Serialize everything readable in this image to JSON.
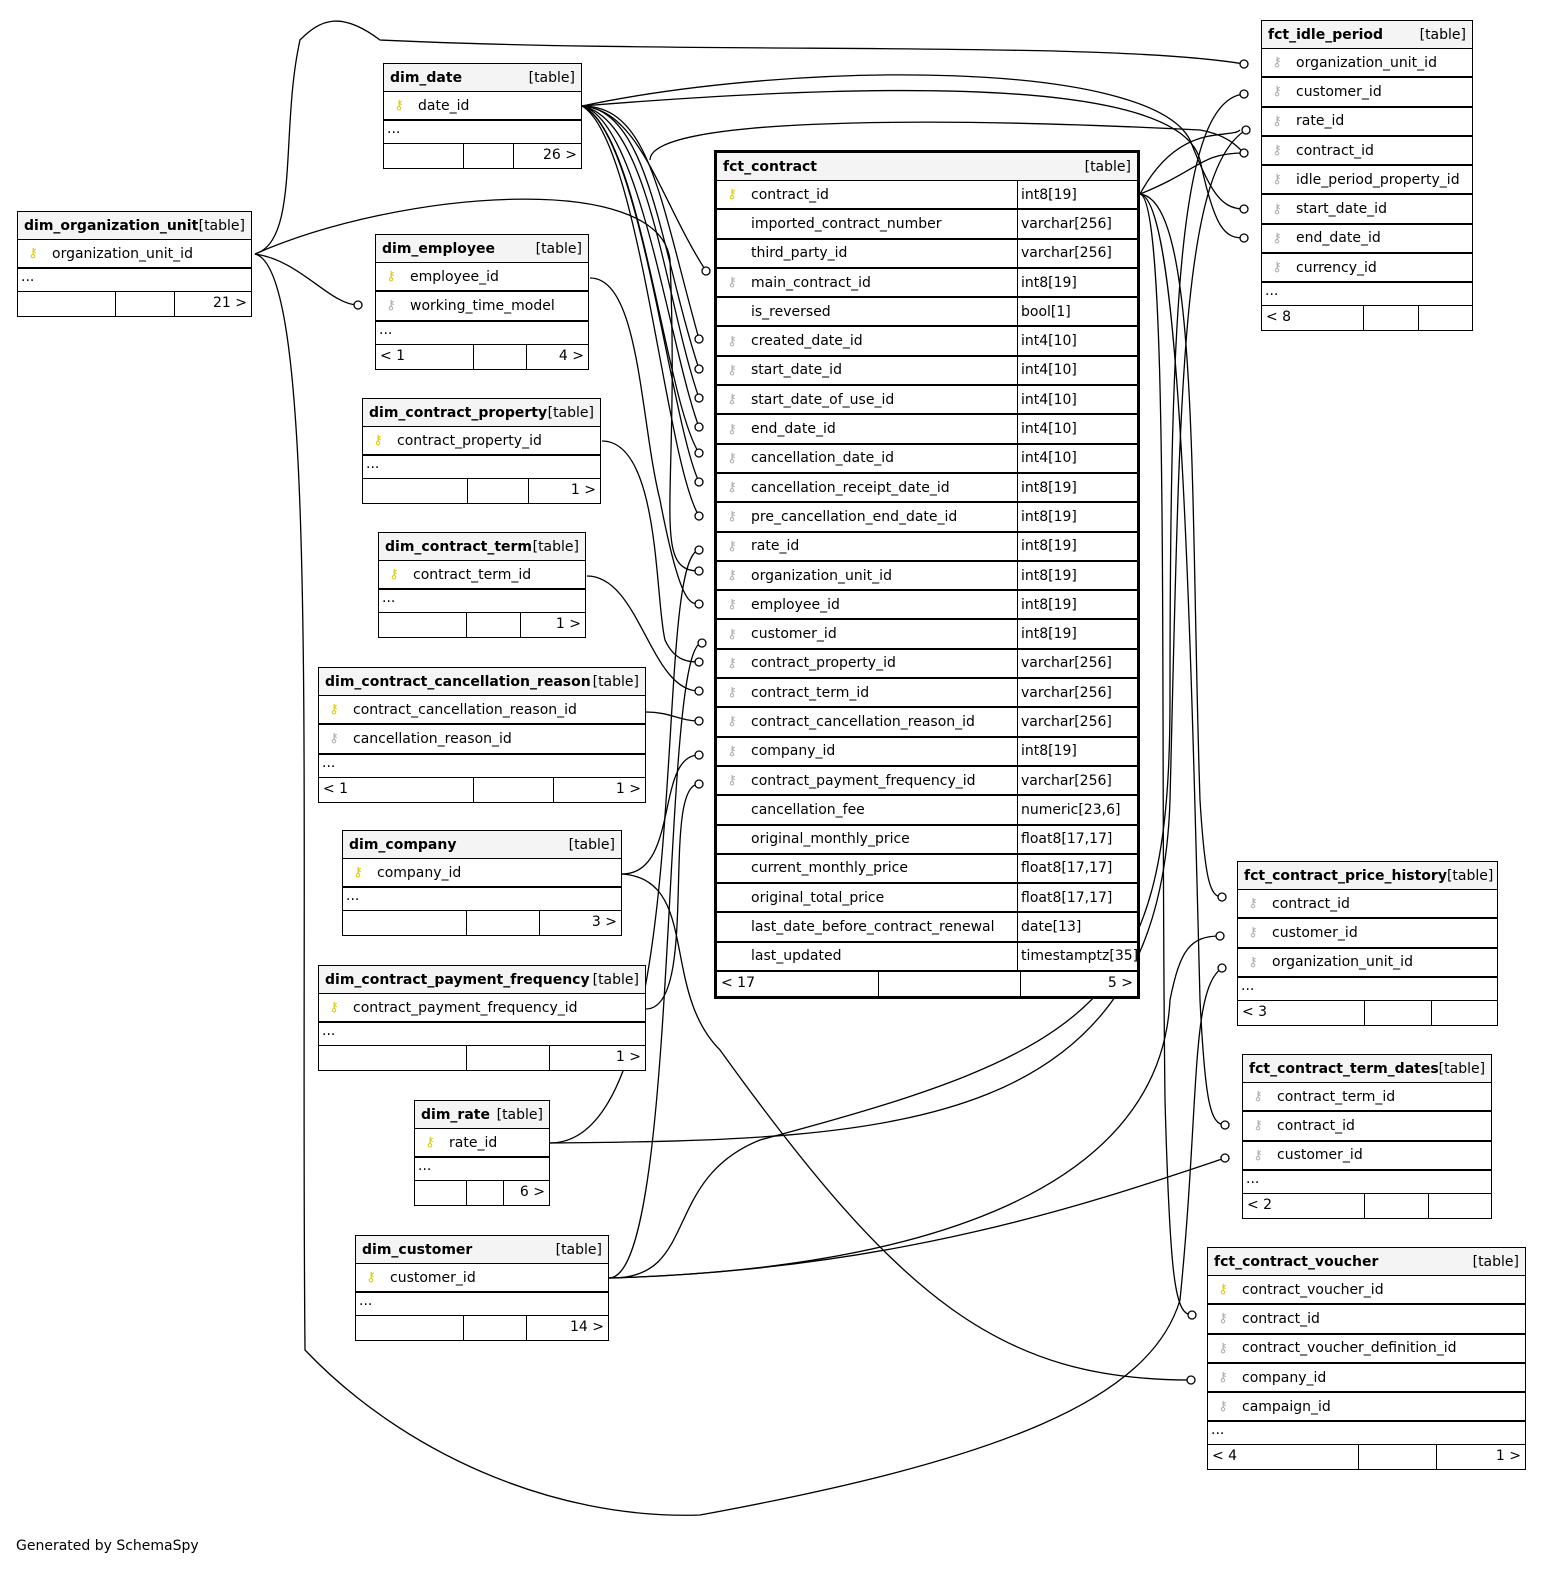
{
  "footer_text": "Generated by SchemaSpy",
  "tables": [
    {
      "id": "dim_date",
      "name": "dim_date",
      "kind": "[table]",
      "columns": [
        {
          "name": "date_id",
          "key": "pk"
        }
      ],
      "more": "...",
      "footer": [
        "",
        "",
        "26 >"
      ]
    },
    {
      "id": "dim_organization_unit",
      "name": "dim_organization_unit",
      "kind": "[table]",
      "columns": [
        {
          "name": "organization_unit_id",
          "key": "pk"
        }
      ],
      "more": "...",
      "footer": [
        "",
        "",
        "21 >"
      ]
    },
    {
      "id": "dim_employee",
      "name": "dim_employee",
      "kind": "[table]",
      "columns": [
        {
          "name": "employee_id",
          "key": "pk"
        },
        {
          "name": "working_time_model",
          "key": "fk"
        }
      ],
      "more": "...",
      "footer": [
        "< 1",
        "",
        "4 >"
      ]
    },
    {
      "id": "dim_contract_property",
      "name": "dim_contract_property",
      "kind": "[table]",
      "columns": [
        {
          "name": "contract_property_id",
          "key": "pk"
        }
      ],
      "more": "...",
      "footer": [
        "",
        "",
        "1 >"
      ]
    },
    {
      "id": "dim_contract_term",
      "name": "dim_contract_term",
      "kind": "[table]",
      "columns": [
        {
          "name": "contract_term_id",
          "key": "pk"
        }
      ],
      "more": "...",
      "footer": [
        "",
        "",
        "1 >"
      ]
    },
    {
      "id": "dim_contract_cancellation_reason",
      "name": "dim_contract_cancellation_reason",
      "kind": "[table]",
      "columns": [
        {
          "name": "contract_cancellation_reason_id",
          "key": "pk"
        },
        {
          "name": "cancellation_reason_id",
          "key": "fk"
        }
      ],
      "more": "...",
      "footer": [
        "< 1",
        "",
        "1 >"
      ]
    },
    {
      "id": "dim_company",
      "name": "dim_company",
      "kind": "[table]",
      "columns": [
        {
          "name": "company_id",
          "key": "pk"
        }
      ],
      "more": "...",
      "footer": [
        "",
        "",
        "3 >"
      ]
    },
    {
      "id": "dim_contract_payment_frequency",
      "name": "dim_contract_payment_frequency",
      "kind": "[table]",
      "columns": [
        {
          "name": "contract_payment_frequency_id",
          "key": "pk"
        }
      ],
      "more": "...",
      "footer": [
        "",
        "",
        "1 >"
      ]
    },
    {
      "id": "dim_rate",
      "name": "dim_rate",
      "kind": "[table]",
      "columns": [
        {
          "name": "rate_id",
          "key": "pk"
        }
      ],
      "more": "...",
      "footer": [
        "",
        "",
        "6 >"
      ]
    },
    {
      "id": "dim_customer",
      "name": "dim_customer",
      "kind": "[table]",
      "columns": [
        {
          "name": "customer_id",
          "key": "pk"
        }
      ],
      "more": "...",
      "footer": [
        "",
        "",
        "14 >"
      ]
    },
    {
      "id": "fct_contract",
      "name": "fct_contract",
      "kind": "[table]",
      "columns": [
        {
          "name": "contract_id",
          "key": "pk",
          "type": "int8[19]"
        },
        {
          "name": "imported_contract_number",
          "key": "",
          "type": "varchar[256]"
        },
        {
          "name": "third_party_id",
          "key": "",
          "type": "varchar[256]"
        },
        {
          "name": "main_contract_id",
          "key": "fk",
          "type": "int8[19]"
        },
        {
          "name": "is_reversed",
          "key": "",
          "type": "bool[1]"
        },
        {
          "name": "created_date_id",
          "key": "fk",
          "type": "int4[10]"
        },
        {
          "name": "start_date_id",
          "key": "fk",
          "type": "int4[10]"
        },
        {
          "name": "start_date_of_use_id",
          "key": "fk",
          "type": "int4[10]"
        },
        {
          "name": "end_date_id",
          "key": "fk",
          "type": "int4[10]"
        },
        {
          "name": "cancellation_date_id",
          "key": "fk",
          "type": "int4[10]"
        },
        {
          "name": "cancellation_receipt_date_id",
          "key": "fk",
          "type": "int8[19]"
        },
        {
          "name": "pre_cancellation_end_date_id",
          "key": "fk",
          "type": "int8[19]"
        },
        {
          "name": "rate_id",
          "key": "fk",
          "type": "int8[19]"
        },
        {
          "name": "organization_unit_id",
          "key": "fk",
          "type": "int8[19]"
        },
        {
          "name": "employee_id",
          "key": "fk",
          "type": "int8[19]"
        },
        {
          "name": "customer_id",
          "key": "fk",
          "type": "int8[19]"
        },
        {
          "name": "contract_property_id",
          "key": "fk",
          "type": "varchar[256]"
        },
        {
          "name": "contract_term_id",
          "key": "fk",
          "type": "varchar[256]"
        },
        {
          "name": "contract_cancellation_reason_id",
          "key": "fk",
          "type": "varchar[256]"
        },
        {
          "name": "company_id",
          "key": "fk",
          "type": "int8[19]"
        },
        {
          "name": "contract_payment_frequency_id",
          "key": "fk",
          "type": "varchar[256]"
        },
        {
          "name": "cancellation_fee",
          "key": "",
          "type": "numeric[23,6]"
        },
        {
          "name": "original_monthly_price",
          "key": "",
          "type": "float8[17,17]"
        },
        {
          "name": "current_monthly_price",
          "key": "",
          "type": "float8[17,17]"
        },
        {
          "name": "original_total_price",
          "key": "",
          "type": "float8[17,17]"
        },
        {
          "name": "last_date_before_contract_renewal",
          "key": "",
          "type": "date[13]"
        },
        {
          "name": "last_updated",
          "key": "",
          "type": "timestamptz[35]"
        }
      ],
      "more": null,
      "footer": [
        "< 17",
        "",
        "5 >"
      ]
    },
    {
      "id": "fct_idle_period",
      "name": "fct_idle_period",
      "kind": "[table]",
      "columns": [
        {
          "name": "organization_unit_id",
          "key": "fk"
        },
        {
          "name": "customer_id",
          "key": "fk"
        },
        {
          "name": "rate_id",
          "key": "fk"
        },
        {
          "name": "contract_id",
          "key": "fk"
        },
        {
          "name": "idle_period_property_id",
          "key": "fk"
        },
        {
          "name": "start_date_id",
          "key": "fk"
        },
        {
          "name": "end_date_id",
          "key": "fk"
        },
        {
          "name": "currency_id",
          "key": "fk"
        }
      ],
      "more": "...",
      "footer": [
        "< 8",
        "",
        ""
      ]
    },
    {
      "id": "fct_contract_price_history",
      "name": "fct_contract_price_history",
      "kind": "[table]",
      "columns": [
        {
          "name": "contract_id",
          "key": "fk"
        },
        {
          "name": "customer_id",
          "key": "fk"
        },
        {
          "name": "organization_unit_id",
          "key": "fk"
        }
      ],
      "more": "...",
      "footer": [
        "< 3",
        "",
        ""
      ]
    },
    {
      "id": "fct_contract_term_dates",
      "name": "fct_contract_term_dates",
      "kind": "[table]",
      "columns": [
        {
          "name": "contract_term_id",
          "key": "fk"
        },
        {
          "name": "contract_id",
          "key": "fk"
        },
        {
          "name": "customer_id",
          "key": "fk"
        }
      ],
      "more": "...",
      "footer": [
        "< 2",
        "",
        ""
      ]
    },
    {
      "id": "fct_contract_voucher",
      "name": "fct_contract_voucher",
      "kind": "[table]",
      "columns": [
        {
          "name": "contract_voucher_id",
          "key": "pk"
        },
        {
          "name": "contract_id",
          "key": "fk"
        },
        {
          "name": "contract_voucher_definition_id",
          "key": "fk"
        },
        {
          "name": "company_id",
          "key": "fk"
        },
        {
          "name": "campaign_id",
          "key": "fk"
        }
      ],
      "more": "...",
      "footer": [
        "< 4",
        "",
        "1 >"
      ]
    }
  ]
}
